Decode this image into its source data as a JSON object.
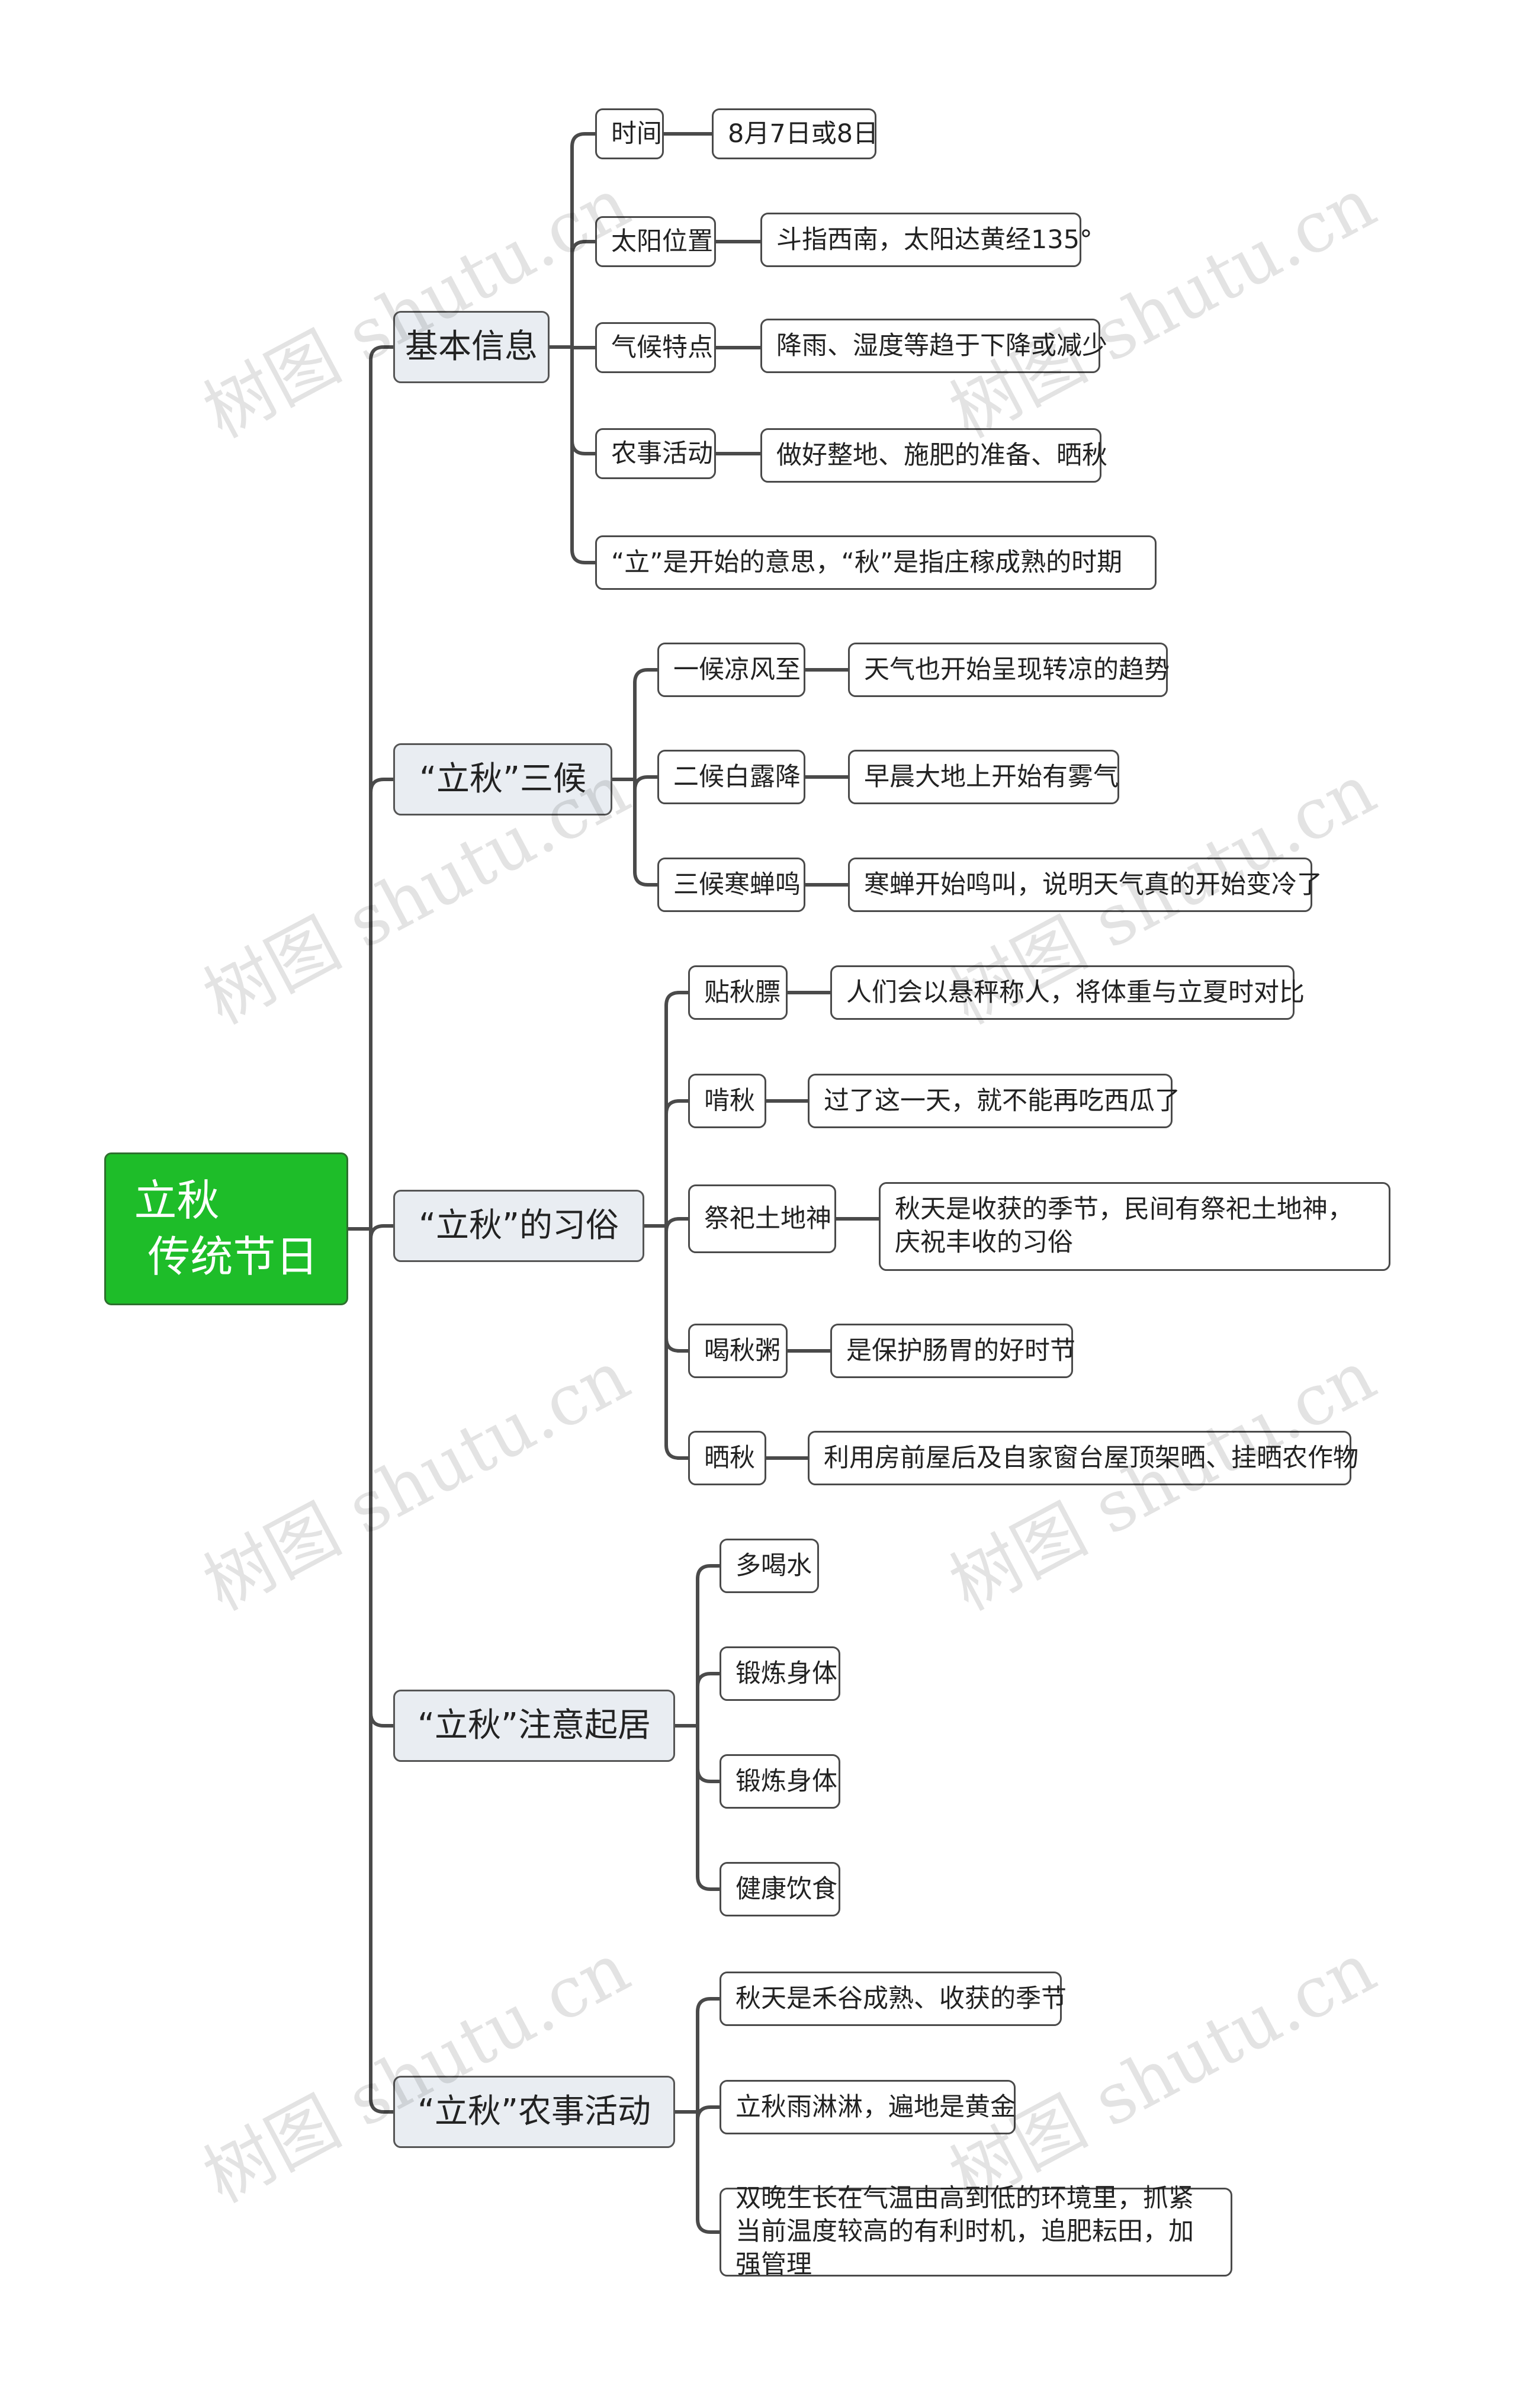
{
  "root": {
    "label": "立秋\n 传统节日"
  },
  "branches": [
    {
      "label": "基本信息",
      "children": [
        {
          "label": "时间",
          "detail": "8月7日或8日"
        },
        {
          "label": "太阳位置",
          "detail": "斗指西南，太阳达黄经135°"
        },
        {
          "label": "气候特点",
          "detail": "降雨、湿度等趋于下降或减少"
        },
        {
          "label": "农事活动",
          "detail": "做好整地、施肥的准备、晒秋"
        },
        {
          "label": "“立”是开始的意思，“秋”是指庄稼成熟的时期"
        }
      ]
    },
    {
      "label": "“立秋”三候",
      "children": [
        {
          "label": "一候凉风至",
          "detail": "天气也开始呈现转凉的趋势"
        },
        {
          "label": "二候白露降",
          "detail": "早晨大地上开始有雾气"
        },
        {
          "label": "三候寒蝉鸣",
          "detail": "寒蝉开始鸣叫，说明天气真的开始变冷了"
        }
      ]
    },
    {
      "label": "“立秋”的习俗",
      "children": [
        {
          "label": "贴秋膘",
          "detail": "人们会以悬秤称人，将体重与立夏时对比"
        },
        {
          "label": "啃秋",
          "detail": "过了这一天，就不能再吃西瓜了"
        },
        {
          "label": "祭祀土地神",
          "detail": "秋天是收获的季节，民间有祭祀土地神，庆祝丰收的习俗"
        },
        {
          "label": "喝秋粥",
          "detail": "是保护肠胃的好时节"
        },
        {
          "label": "晒秋",
          "detail": "利用房前屋后及自家窗台屋顶架晒、挂晒农作物"
        }
      ]
    },
    {
      "label": "“立秋”注意起居",
      "children": [
        {
          "label": "多喝水"
        },
        {
          "label": "锻炼身体"
        },
        {
          "label": "锻炼身体"
        },
        {
          "label": "健康饮食"
        }
      ]
    },
    {
      "label": "“立秋”农事活动",
      "children": [
        {
          "label": "秋天是禾谷成熟、收获的季节"
        },
        {
          "label": "立秋雨淋淋，遍地是黄金"
        },
        {
          "label": "双晚生长在气温由高到低的环境里，抓紧当前温度较高的有利时机，追肥耘田，加强管理"
        }
      ]
    }
  ],
  "watermark": "树图 shutu.cn",
  "colors": {
    "root_fill": "#1ebd29",
    "branch_fill": "#e9edf2",
    "line": "#4a4a4a"
  }
}
